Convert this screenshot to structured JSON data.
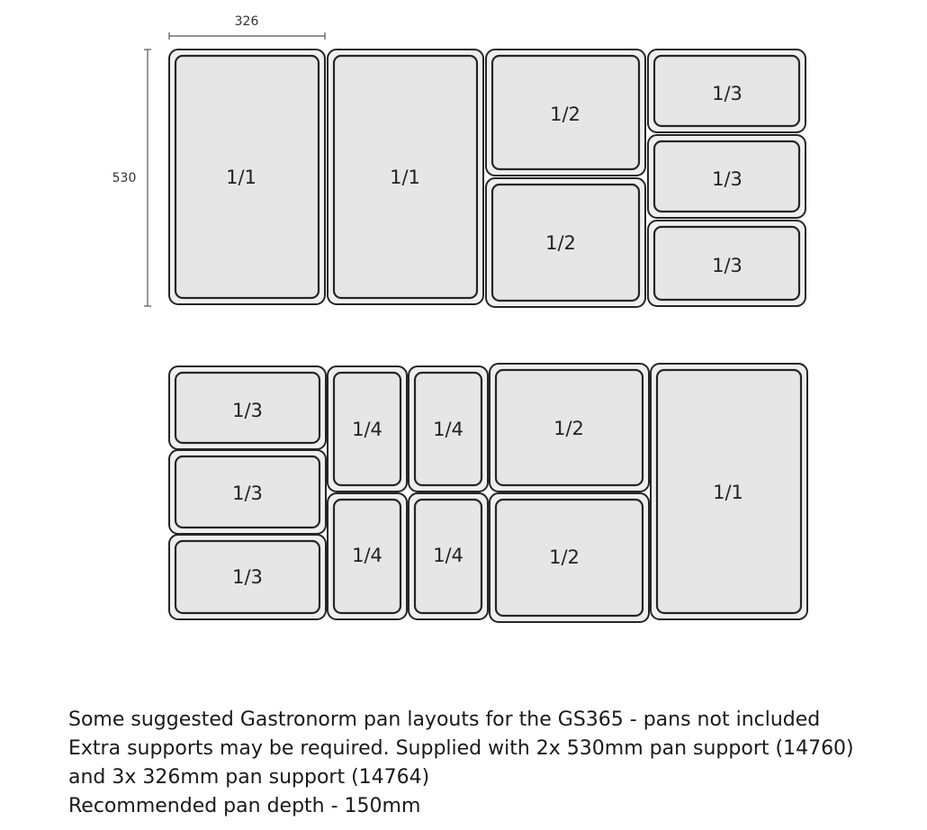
{
  "dimensions": {
    "width_label": "326",
    "height_label": "530"
  },
  "layout_top": {
    "pans": [
      {
        "label": "1/1"
      },
      {
        "label": "1/1"
      },
      {
        "label": "1/2"
      },
      {
        "label": "1/2"
      },
      {
        "label": "1/3"
      },
      {
        "label": "1/3"
      },
      {
        "label": "1/3"
      }
    ]
  },
  "layout_bottom": {
    "pans": [
      {
        "label": "1/3"
      },
      {
        "label": "1/3"
      },
      {
        "label": "1/3"
      },
      {
        "label": "1/4"
      },
      {
        "label": "1/4"
      },
      {
        "label": "1/4"
      },
      {
        "label": "1/4"
      },
      {
        "label": "1/2"
      },
      {
        "label": "1/2"
      },
      {
        "label": "1/1"
      }
    ]
  },
  "caption": {
    "line1": "Some suggested Gastronorm pan layouts for the GS365 - pans not included",
    "line2": "Extra supports may be required. Supplied with 2x 530mm pan support (14760)",
    "line3": "and 3x 326mm pan support (14764)",
    "line4": "Recommended pan depth - 150mm"
  }
}
